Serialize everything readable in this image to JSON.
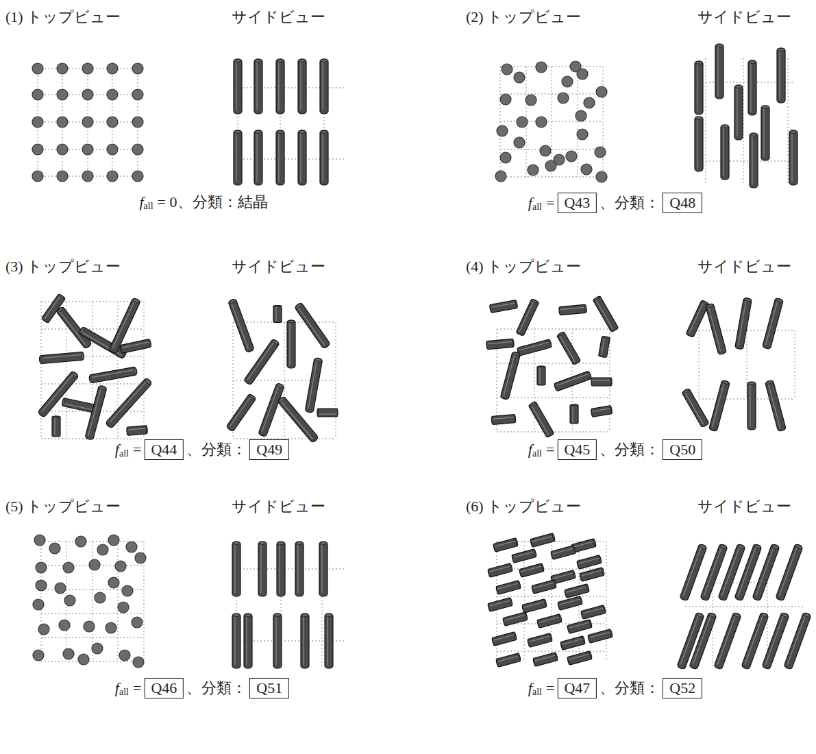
{
  "diagram": {
    "nodes": [
      {
        "text": [
          "Q43"
        ]
      },
      {
        "text": [
          "Q48"
        ]
      },
      {
        "text": [
          "Q44"
        ]
      },
      {
        "text": [
          "Q49"
        ]
      },
      {
        "text": [
          "Q45"
        ]
      },
      {
        "text": [
          "Q50"
        ]
      },
      {
        "text": [
          "Q46"
        ]
      },
      {
        "text": [
          "Q51"
        ]
      },
      {
        "text": [
          "Q47"
        ]
      },
      {
        "text": [
          "Q52"
        ]
      }
    ],
    "labels": [
      "(1) トップビュー",
      "サイドビュー",
      "f",
      "all",
      "= 0、分類：結晶",
      "(2) トップビュー",
      "サイドビュー",
      "f",
      "all",
      "=",
      "、分類：",
      "(3) トップビュー",
      "サイドビュー",
      "f",
      "all",
      "=",
      "、分類：",
      "(4) トップビュー",
      "サイドビュー",
      "f",
      "all",
      "=",
      "、分類：",
      "(5) トップビュー",
      "サイドビュー",
      "f",
      "all",
      "=",
      "、分類：",
      "(6) トップビュー",
      "サイドビュー",
      "f",
      "all",
      "=",
      "、分類："
    ]
  }
}
